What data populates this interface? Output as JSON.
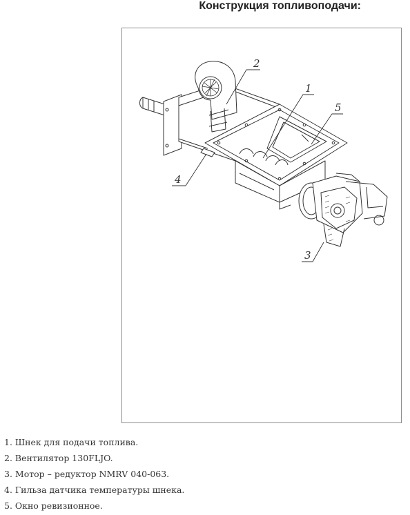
{
  "title": "Конструкция топливоподачи:",
  "callouts": [
    "1",
    "2",
    "3",
    "4",
    "5"
  ],
  "legend": [
    "1. Шнек для подачи топлива.",
    "2. Вентилятор 130FLJO.",
    "3. Мотор – редуктор NMRV 040-063.",
    "4. Гильза датчика температуры шнека.",
    "5. Окно ревизионное."
  ]
}
